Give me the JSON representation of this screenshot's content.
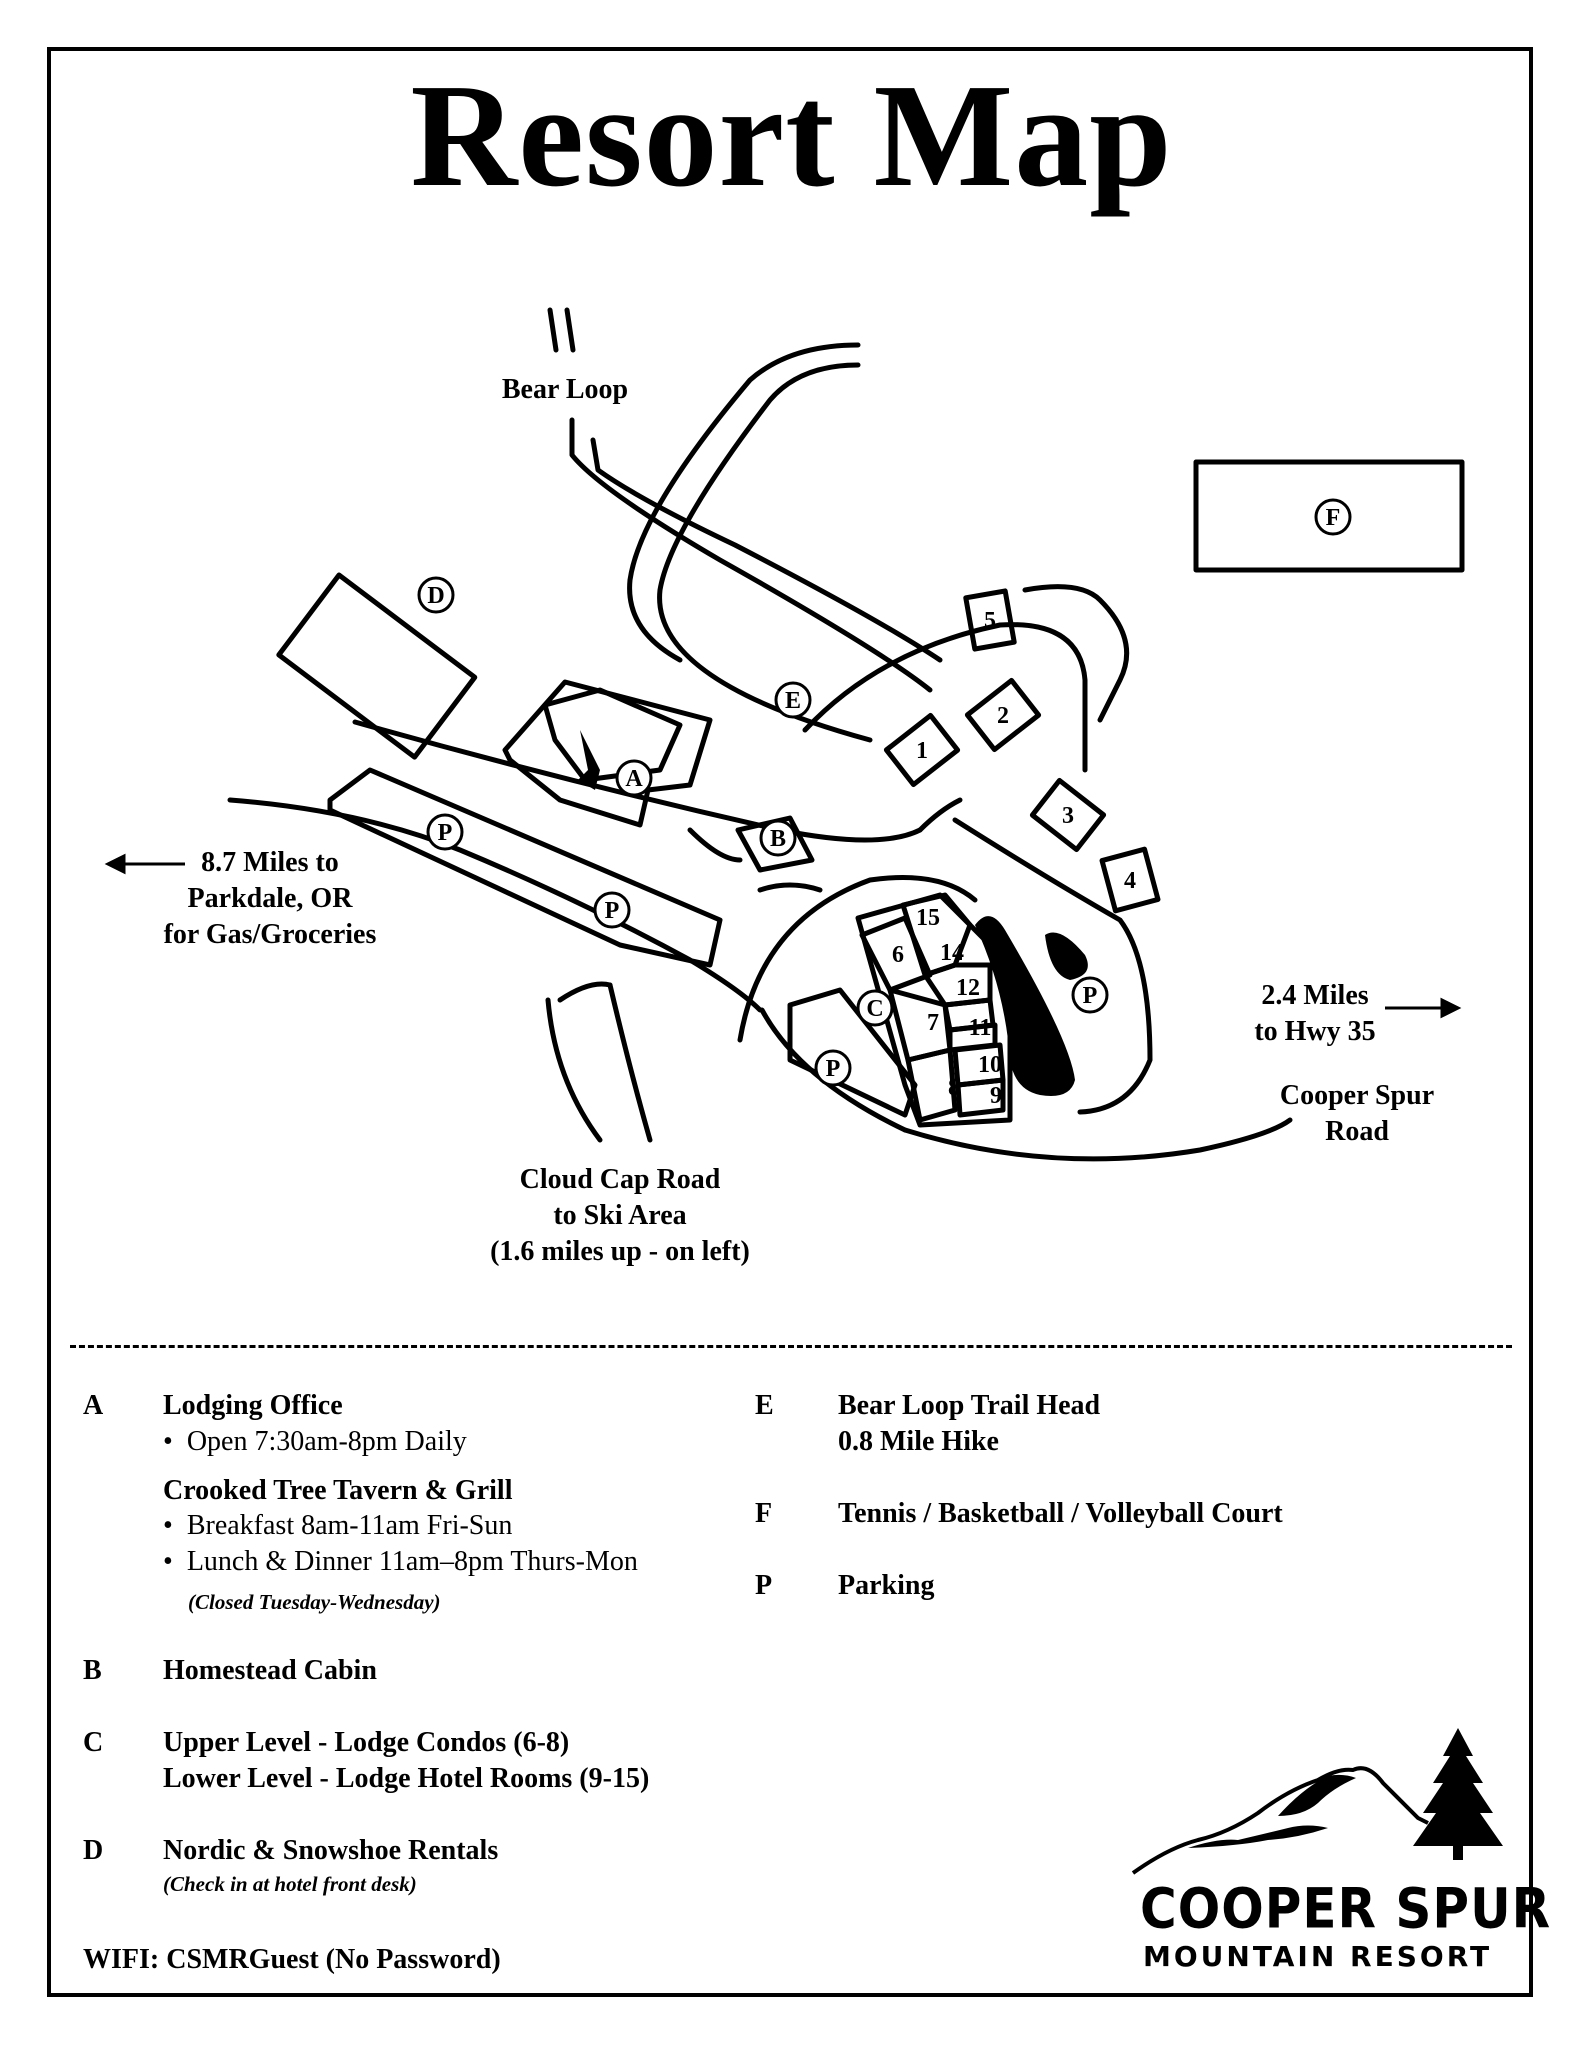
{
  "title": "Resort Map",
  "map": {
    "labels": {
      "bear_loop": "Bear Loop",
      "parkdale": [
        "8.7 Miles to",
        "Parkdale, OR",
        "for Gas/Groceries"
      ],
      "hwy35": [
        "2.4 Miles",
        "to Hwy 35"
      ],
      "cooper_spur": [
        "Cooper Spur",
        "Road"
      ],
      "cloud_cap": [
        "Cloud Cap Road",
        "to Ski Area",
        "(1.6 miles up - on left)"
      ]
    },
    "markers": {
      "A": "A",
      "B": "B",
      "C": "C",
      "D": "D",
      "E": "E",
      "F": "F",
      "P": "P"
    },
    "buildings": [
      "1",
      "2",
      "3",
      "4",
      "5"
    ],
    "units": [
      "6",
      "7",
      "8",
      "9",
      "10",
      "11",
      "12",
      "14",
      "15"
    ]
  },
  "legend": {
    "A": {
      "letter": "A",
      "title": "Lodging Office",
      "bullet": "Open 7:30am-8pm Daily",
      "title2": "Crooked Tree Tavern & Grill",
      "bullet2": "Breakfast 8am-11am Fri-Sun",
      "bullet3": "Lunch & Dinner 11am–8pm Thurs-Mon",
      "note": "(Closed Tuesday-Wednesday)"
    },
    "B": {
      "letter": "B",
      "title": "Homestead Cabin"
    },
    "C": {
      "letter": "C",
      "line1": "Upper Level - Lodge Condos (6-8)",
      "line2": "Lower Level - Lodge Hotel Rooms (9-15)"
    },
    "D": {
      "letter": "D",
      "title": "Nordic & Snowshoe Rentals",
      "note": "(Check in at hotel front desk)"
    },
    "E": {
      "letter": "E",
      "line1": "Bear Loop Trail Head",
      "line2": "0.8 Mile Hike"
    },
    "F": {
      "letter": "F",
      "title": "Tennis / Basketball / Volleyball Court"
    },
    "P": {
      "letter": "P",
      "title": "Parking"
    },
    "wifi": "WIFI: CSMRGuest (No Password)",
    "bullet_char": "•"
  },
  "logo": {
    "line1": "COOPER SPUR",
    "line2": "MOUNTAIN RESORT"
  }
}
